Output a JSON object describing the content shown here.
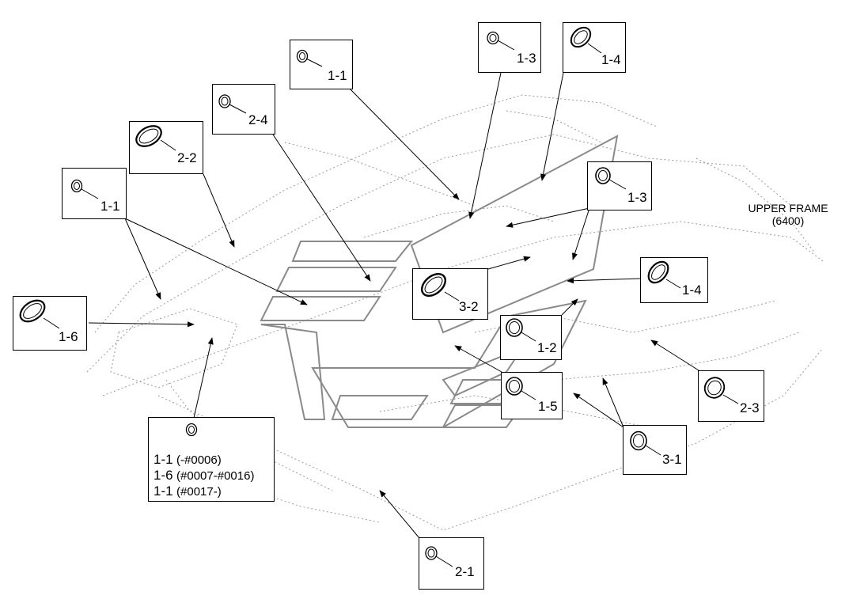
{
  "frame_label": {
    "name": "UPPER FRAME",
    "code": "(6400)"
  },
  "callouts": {
    "c11_top": "1-1",
    "c13_top": "1-3",
    "c14_top": "1-4",
    "c24": "2-4",
    "c22": "2-2",
    "c11_left": "1-1",
    "c16": "1-6",
    "c13_right": "1-3",
    "c14_right": "1-4",
    "c32": "3-2",
    "c12": "1-2",
    "c15": "1-5",
    "c23": "2-3",
    "c31": "3-1",
    "c21": "2-1"
  },
  "note": {
    "lines": [
      {
        "code": "1-1",
        "range": "(-#0006)"
      },
      {
        "code": "1-6",
        "range": "(#0007-#0016)"
      },
      {
        "code": "1-1",
        "range": "(#0017-)"
      }
    ]
  },
  "part_icons": {
    "round": "round-grommet-icon",
    "oval": "oval-grommet-icon"
  }
}
